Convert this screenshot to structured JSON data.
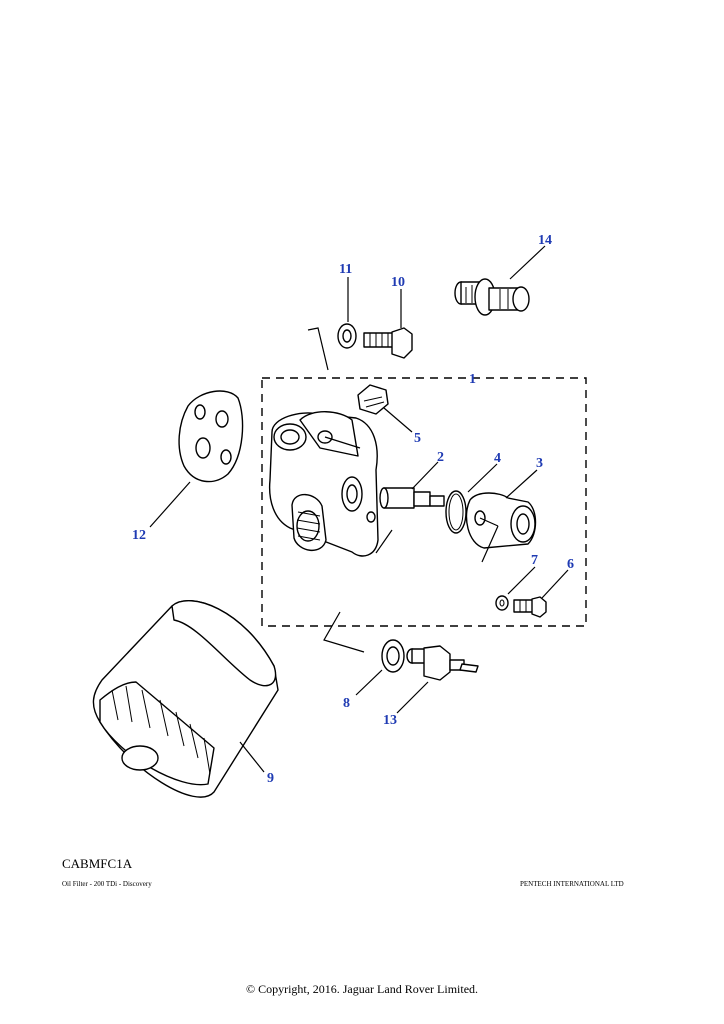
{
  "diagram": {
    "callouts": [
      "1",
      "2",
      "3",
      "4",
      "5",
      "6",
      "7",
      "8",
      "9",
      "10",
      "11",
      "12",
      "13",
      "14"
    ],
    "callout_color": "#1f3bb3"
  },
  "footer": {
    "code": "CABMFC1A",
    "title": "Oil Filter - 200 TDi - Discovery",
    "company": "PENTECH INTERNATIONAL LTD",
    "copyright": "© Copyright, 2016. Jaguar Land Rover Limited."
  }
}
